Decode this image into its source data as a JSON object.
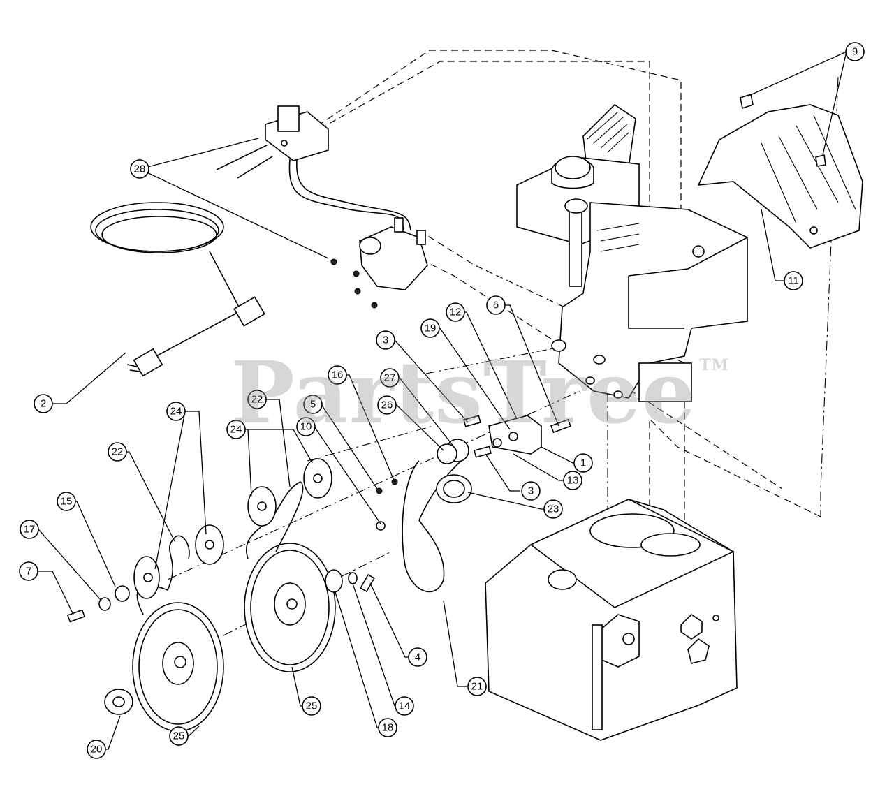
{
  "watermark": {
    "text": "PartsTree",
    "mark": "TM"
  },
  "callouts": [
    {
      "label": "9"
    },
    {
      "label": "28"
    },
    {
      "label": "11"
    },
    {
      "label": "2"
    },
    {
      "label": "12"
    },
    {
      "label": "6"
    },
    {
      "label": "19"
    },
    {
      "label": "3"
    },
    {
      "label": "16"
    },
    {
      "label": "27"
    },
    {
      "label": "22"
    },
    {
      "label": "5"
    },
    {
      "label": "26"
    },
    {
      "label": "10"
    },
    {
      "label": "24"
    },
    {
      "label": "24"
    },
    {
      "label": "1"
    },
    {
      "label": "22"
    },
    {
      "label": "3"
    },
    {
      "label": "13"
    },
    {
      "label": "15"
    },
    {
      "label": "23"
    },
    {
      "label": "17"
    },
    {
      "label": "7"
    },
    {
      "label": "4"
    },
    {
      "label": "21"
    },
    {
      "label": "25"
    },
    {
      "label": "14"
    },
    {
      "label": "18"
    },
    {
      "label": "20"
    },
    {
      "label": "25"
    }
  ]
}
